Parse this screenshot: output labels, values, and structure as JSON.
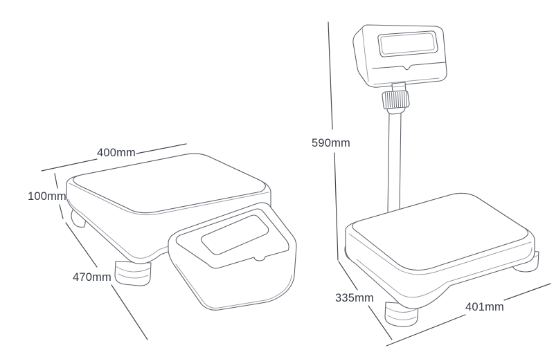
{
  "colors": {
    "line_primary": "#5f626a",
    "line_secondary": "#989da4",
    "dim_line": "#45474d",
    "label_text": "#343a44",
    "background": "#ffffff"
  },
  "left_scale": {
    "dimensions": {
      "width": "400mm",
      "height": "100mm",
      "depth": "470mm"
    }
  },
  "right_scale": {
    "dimensions": {
      "height": "590mm",
      "depth": "335mm",
      "width": "401mm"
    }
  }
}
